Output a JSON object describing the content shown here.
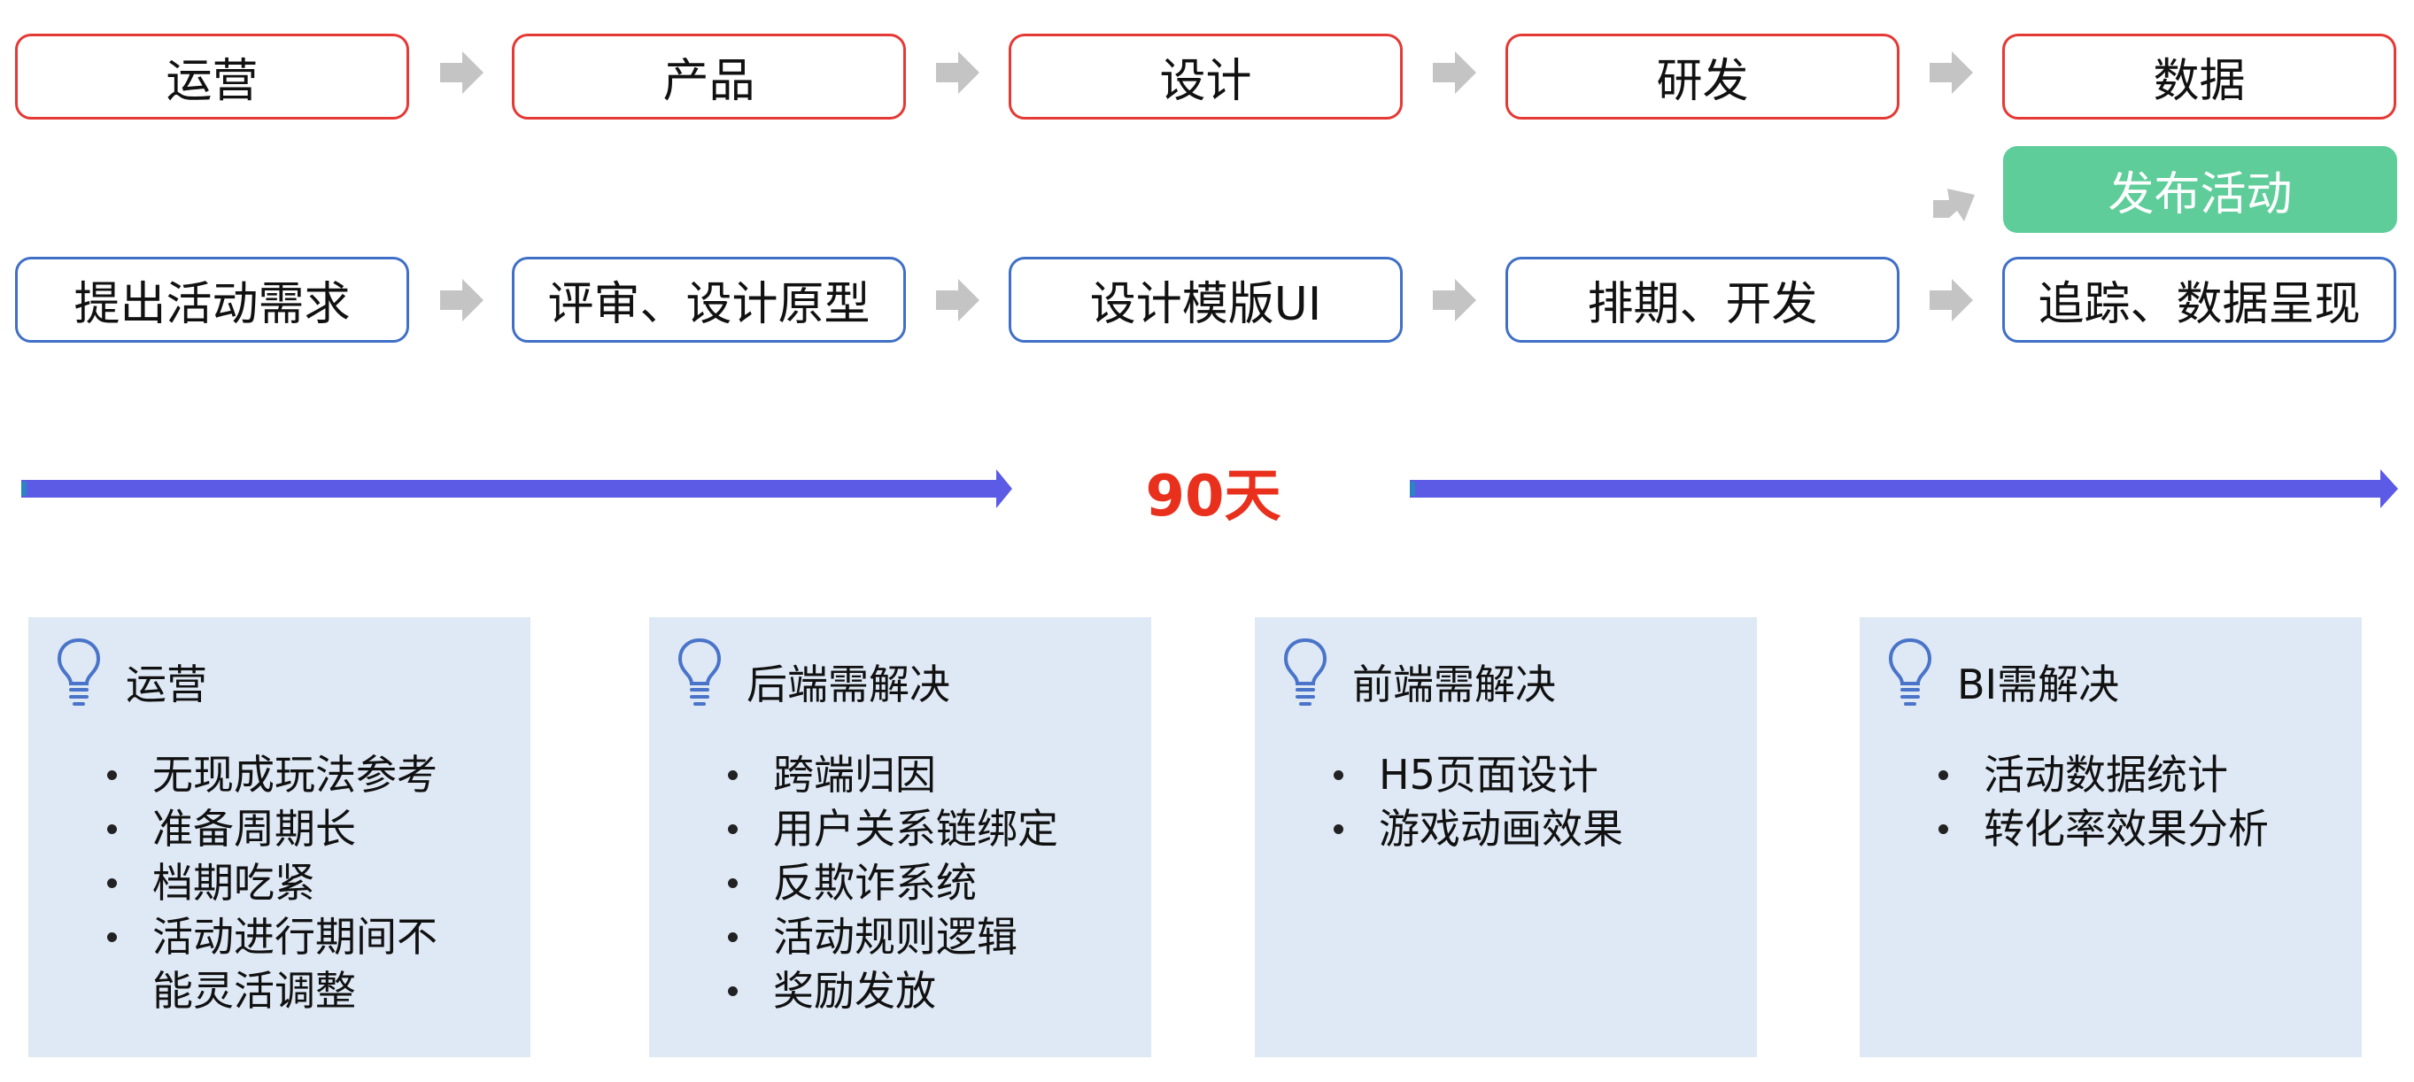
{
  "roles": [
    "运营",
    "产品",
    "设计",
    "研发",
    "数据"
  ],
  "tasks": [
    "提出活动需求",
    "评审、设计原型",
    "设计模版UI",
    "排期、开发",
    "追踪、数据呈现"
  ],
  "publish_label": "发布活动",
  "timeline_label": "90天",
  "cards": [
    {
      "title": "运营",
      "items": [
        "无现成玩法参考",
        "准备周期长",
        "档期吃紧",
        "活动进行期间不能灵活调整"
      ]
    },
    {
      "title": "后端需解决",
      "items": [
        "跨端归因",
        "用户关系链绑定",
        "反欺诈系统",
        "活动规则逻辑",
        "奖励发放"
      ]
    },
    {
      "title": "前端需解决",
      "items": [
        "H5页面设计",
        "游戏动画效果"
      ]
    },
    {
      "title": "BI需解决",
      "items": [
        "活动数据统计",
        "转化率效果分析"
      ]
    }
  ],
  "colors": {
    "role_border": "#e53935",
    "task_border": "#3f6fc6",
    "publish_bg": "#5ecd9a",
    "timeline": "#5b5be6",
    "days_text": "#e8301c",
    "card_bg": "#dfe9f5",
    "bulb": "#4a74c9",
    "flow_arrow": "#c4c4c4"
  },
  "icons": {
    "flow_arrow": "gray-right-arrow-icon",
    "branch_arrow": "gray-up-right-arrow-icon",
    "card_icon": "lightbulb-icon"
  }
}
